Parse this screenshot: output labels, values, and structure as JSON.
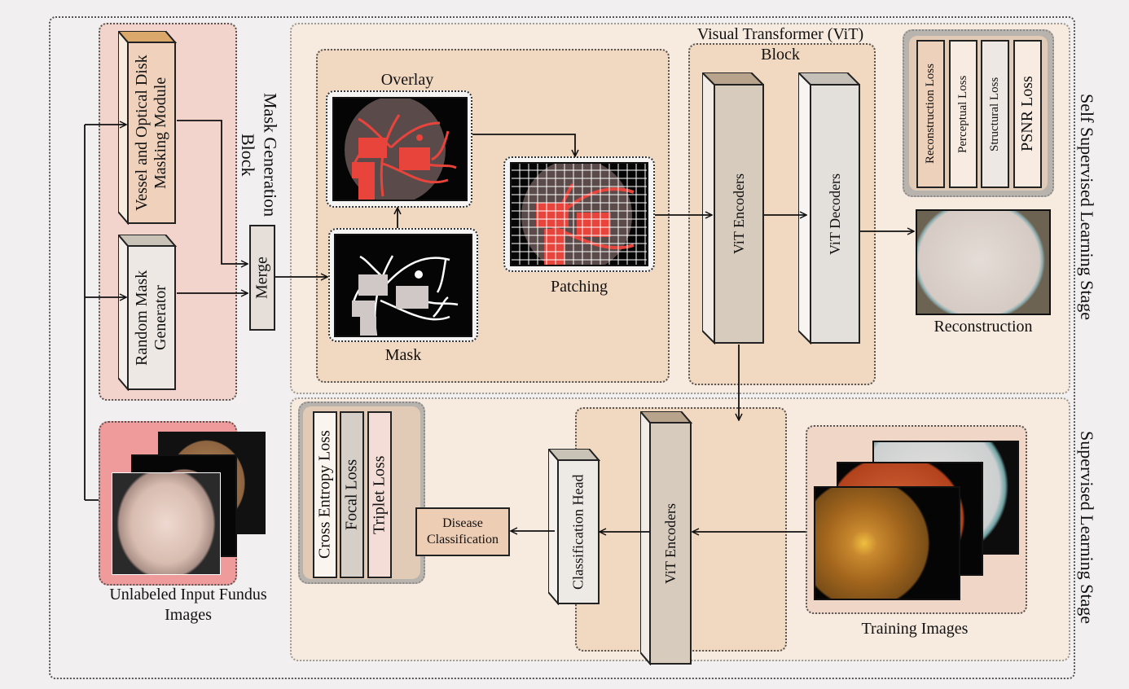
{
  "stages": {
    "self_supervised": "Self Supervised Learning Stage",
    "supervised": "Supervised Learning Stage"
  },
  "mask_generation": {
    "title": "Mask Generation Block",
    "vessel_module": "Vessel and Optical Disk Masking Module",
    "random_mask": "Random Mask Generator",
    "merge": "Merge"
  },
  "images": {
    "overlay": "Overlay",
    "mask": "Mask",
    "patching": "Patching",
    "reconstruction": "Reconstruction",
    "unlabeled": "Unlabeled Input Fundus Images",
    "training": "Training Images"
  },
  "vit_block": {
    "title": "Visual Transformer (ViT) Block",
    "encoders": "ViT Encoders",
    "decoders": "ViT Decoders"
  },
  "ssl_losses": [
    "Reconstruction Loss",
    "Perceptual Loss",
    "Structural Loss",
    "PSNR Loss"
  ],
  "supervised": {
    "encoders": "ViT Encoders",
    "classification_head": "Classification Head",
    "disease_classification": "Disease Classification"
  },
  "sl_losses": [
    "Cross Entropy Loss",
    "Focal Loss",
    "Triplet Loss"
  ],
  "colors": {
    "mask_block": "#f3d4cd",
    "stage_bg": "#f7ebdf",
    "inner_block": "#f1d8c0",
    "unlabeled_bg": "#ef9b9b",
    "vessel_red": "#e8443c"
  }
}
